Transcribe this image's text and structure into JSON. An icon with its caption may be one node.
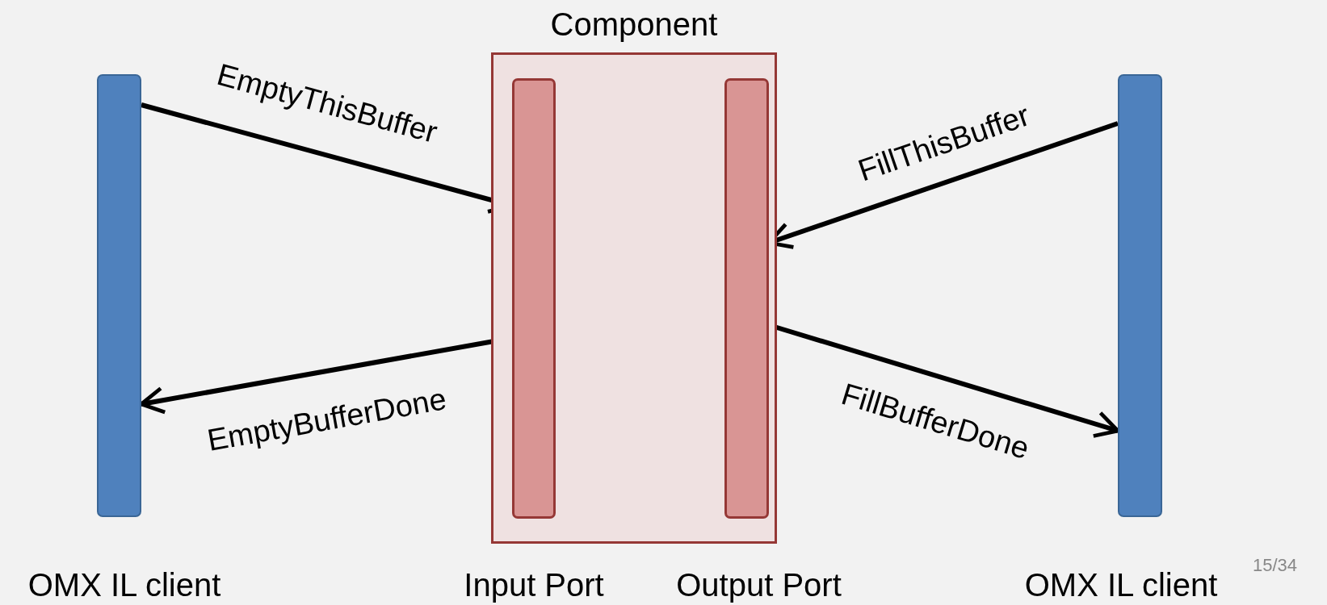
{
  "diagram": {
    "nodes": [
      {
        "text": [
          "OMX IL client"
        ]
      },
      {
        "text": [
          "Component"
        ]
      },
      {
        "text": [
          "Input Port"
        ],
        "in": 1
      },
      {
        "text": [
          "Output Port"
        ],
        "in": 1
      },
      {
        "text": [
          "OMX IL client"
        ]
      }
    ],
    "edges": [
      {
        "from": 0,
        "to": 2,
        "arrow": "to",
        "label": "EmptyThisBuffer"
      },
      {
        "from": 2,
        "to": 0,
        "arrow": "to",
        "label": "EmptyBufferDone"
      },
      {
        "from": 4,
        "to": 3,
        "arrow": "to",
        "label": "FillThisBuffer"
      },
      {
        "from": 3,
        "to": 4,
        "arrow": "to",
        "label": "FillBufferDone"
      }
    ],
    "labels": [
      "15/34"
    ]
  }
}
